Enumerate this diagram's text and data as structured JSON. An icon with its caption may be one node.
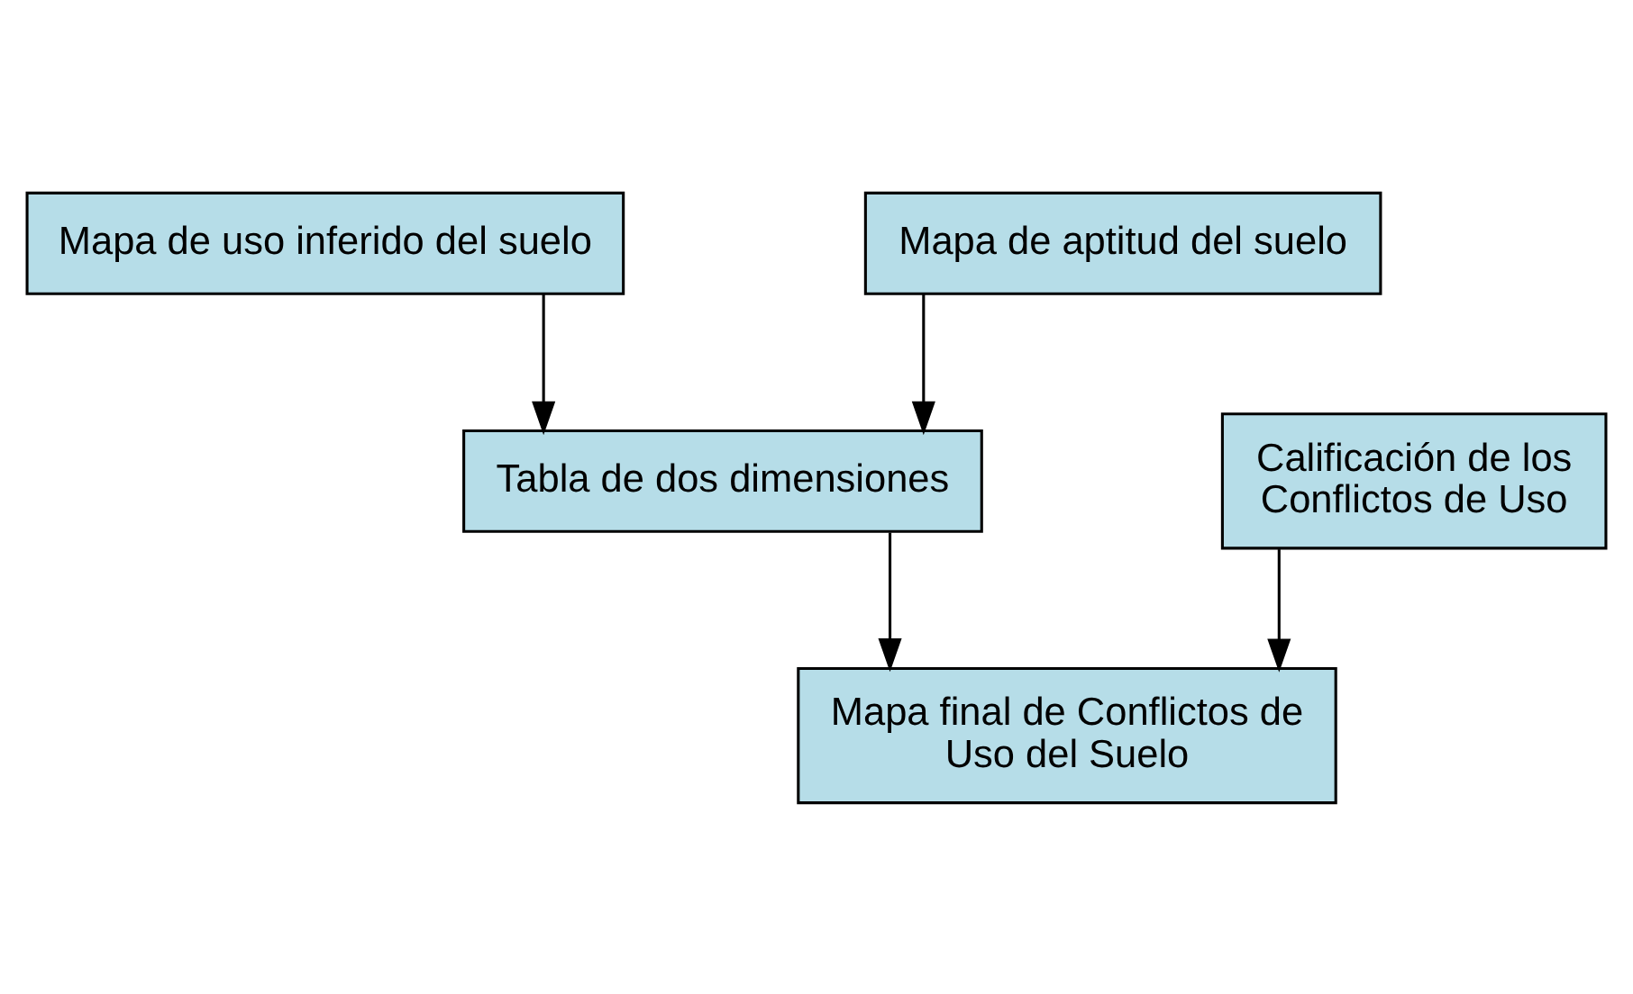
{
  "diagram": {
    "nodes": [
      {
        "text": [
          "Mapa de uso inferido del suelo"
        ]
      },
      {
        "text": [
          "Mapa de aptitud del suelo"
        ]
      },
      {
        "text": [
          "Tabla de dos dimensiones"
        ]
      },
      {
        "text": [
          "Calificación de los Conflictos de Uso"
        ]
      },
      {
        "text": [
          "Mapa final de Conflictos de Uso del Suelo"
        ]
      }
    ],
    "edges": [
      {
        "from": 0,
        "to": 2,
        "arrow": "to"
      },
      {
        "from": 1,
        "to": 2,
        "arrow": "to"
      },
      {
        "from": 2,
        "to": 4,
        "arrow": "to"
      },
      {
        "from": 3,
        "to": 4,
        "arrow": "to"
      }
    ]
  }
}
